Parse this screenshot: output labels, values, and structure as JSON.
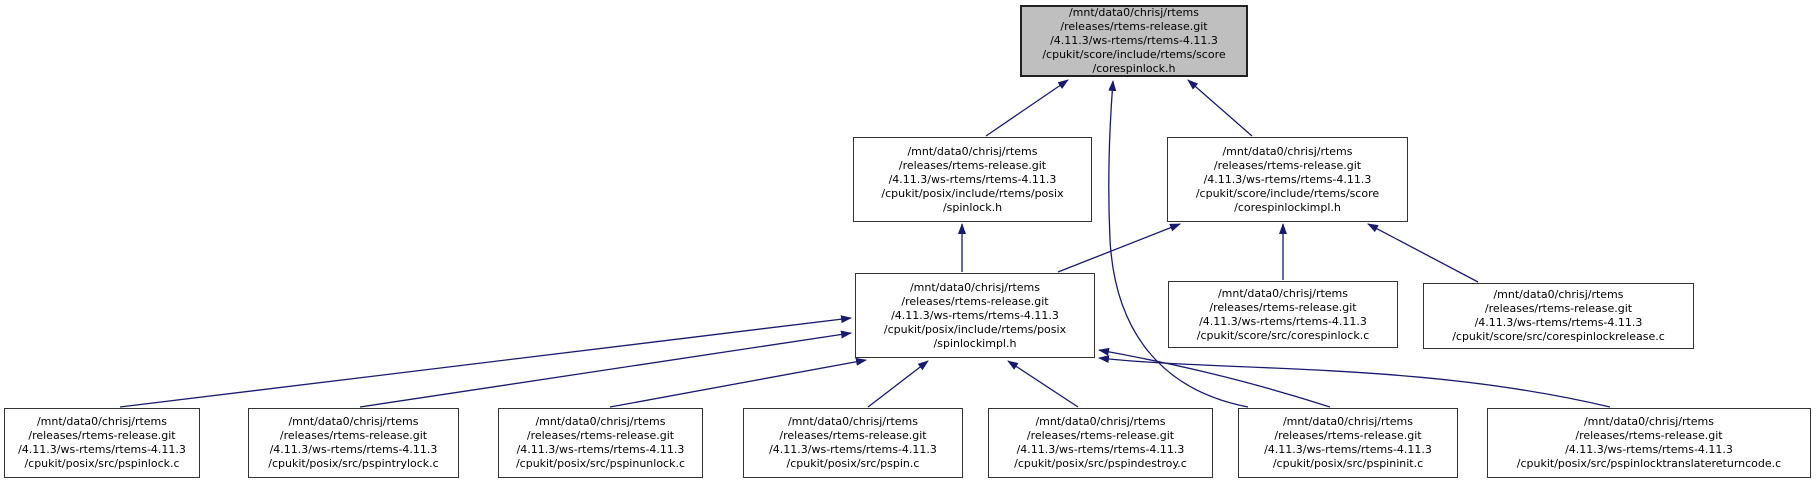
{
  "diagram": {
    "type": "doxygen-include-dependency-graph",
    "background_color": "#ffffff",
    "edge_color": "#191970",
    "node_fill": "#ffffff",
    "node_border_color": "#35322f",
    "current_node_fill": "#bfbfbf"
  },
  "nodes": [
    {
      "id": "corespinlock_h",
      "current": true,
      "lines": [
        "/mnt/data0/chrisj/rtems",
        "/releases/rtems-release.git",
        "/4.11.3/ws-rtems/rtems-4.11.3",
        "/cpukit/score/include/rtems/score",
        "/corespinlock.h"
      ]
    },
    {
      "id": "spinlock_h",
      "current": false,
      "lines": [
        "/mnt/data0/chrisj/rtems",
        "/releases/rtems-release.git",
        "/4.11.3/ws-rtems/rtems-4.11.3",
        "/cpukit/posix/include/rtems/posix",
        "/spinlock.h"
      ]
    },
    {
      "id": "corespinlockimpl_h",
      "current": false,
      "lines": [
        "/mnt/data0/chrisj/rtems",
        "/releases/rtems-release.git",
        "/4.11.3/ws-rtems/rtems-4.11.3",
        "/cpukit/score/include/rtems/score",
        "/corespinlockimpl.h"
      ]
    },
    {
      "id": "spinlockimpl_h",
      "current": false,
      "lines": [
        "/mnt/data0/chrisj/rtems",
        "/releases/rtems-release.git",
        "/4.11.3/ws-rtems/rtems-4.11.3",
        "/cpukit/posix/include/rtems/posix",
        "/spinlockimpl.h"
      ]
    },
    {
      "id": "corespinlock_c",
      "current": false,
      "lines": [
        "/mnt/data0/chrisj/rtems",
        "/releases/rtems-release.git",
        "/4.11.3/ws-rtems/rtems-4.11.3",
        "/cpukit/score/src/corespinlock.c"
      ]
    },
    {
      "id": "corespinlockrelease_c",
      "current": false,
      "lines": [
        "/mnt/data0/chrisj/rtems",
        "/releases/rtems-release.git",
        "/4.11.3/ws-rtems/rtems-4.11.3",
        "/cpukit/score/src/corespinlockrelease.c"
      ]
    },
    {
      "id": "pspinlock_c",
      "current": false,
      "lines": [
        "/mnt/data0/chrisj/rtems",
        "/releases/rtems-release.git",
        "/4.11.3/ws-rtems/rtems-4.11.3",
        "/cpukit/posix/src/pspinlock.c"
      ]
    },
    {
      "id": "pspintrylock_c",
      "current": false,
      "lines": [
        "/mnt/data0/chrisj/rtems",
        "/releases/rtems-release.git",
        "/4.11.3/ws-rtems/rtems-4.11.3",
        "/cpukit/posix/src/pspintrylock.c"
      ]
    },
    {
      "id": "pspinunlock_c",
      "current": false,
      "lines": [
        "/mnt/data0/chrisj/rtems",
        "/releases/rtems-release.git",
        "/4.11.3/ws-rtems/rtems-4.11.3",
        "/cpukit/posix/src/pspinunlock.c"
      ]
    },
    {
      "id": "pspin_c",
      "current": false,
      "lines": [
        "/mnt/data0/chrisj/rtems",
        "/releases/rtems-release.git",
        "/4.11.3/ws-rtems/rtems-4.11.3",
        "/cpukit/posix/src/pspin.c"
      ]
    },
    {
      "id": "pspindestroy_c",
      "current": false,
      "lines": [
        "/mnt/data0/chrisj/rtems",
        "/releases/rtems-release.git",
        "/4.11.3/ws-rtems/rtems-4.11.3",
        "/cpukit/posix/src/pspindestroy.c"
      ]
    },
    {
      "id": "pspininit_c",
      "current": false,
      "lines": [
        "/mnt/data0/chrisj/rtems",
        "/releases/rtems-release.git",
        "/4.11.3/ws-rtems/rtems-4.11.3",
        "/cpukit/posix/src/pspininit.c"
      ]
    },
    {
      "id": "pspinlocktranslatereturncode_c",
      "current": false,
      "lines": [
        "/mnt/data0/chrisj/rtems",
        "/releases/rtems-release.git",
        "/4.11.3/ws-rtems/rtems-4.11.3",
        "/cpukit/posix/src/pspinlocktranslatereturncode.c"
      ]
    }
  ],
  "edges": [
    {
      "from": "spinlock_h",
      "to": "corespinlock_h"
    },
    {
      "from": "corespinlockimpl_h",
      "to": "corespinlock_h"
    },
    {
      "from": "pspininit_c",
      "to": "corespinlock_h"
    },
    {
      "from": "spinlockimpl_h",
      "to": "spinlock_h"
    },
    {
      "from": "spinlockimpl_h",
      "to": "corespinlockimpl_h"
    },
    {
      "from": "corespinlock_c",
      "to": "corespinlockimpl_h"
    },
    {
      "from": "corespinlockrelease_c",
      "to": "corespinlockimpl_h"
    },
    {
      "from": "pspinlock_c",
      "to": "spinlockimpl_h"
    },
    {
      "from": "pspintrylock_c",
      "to": "spinlockimpl_h"
    },
    {
      "from": "pspinunlock_c",
      "to": "spinlockimpl_h"
    },
    {
      "from": "pspin_c",
      "to": "spinlockimpl_h"
    },
    {
      "from": "pspindestroy_c",
      "to": "spinlockimpl_h"
    },
    {
      "from": "pspininit_c",
      "to": "spinlockimpl_h"
    },
    {
      "from": "pspinlocktranslatereturncode_c",
      "to": "spinlockimpl_h"
    }
  ]
}
